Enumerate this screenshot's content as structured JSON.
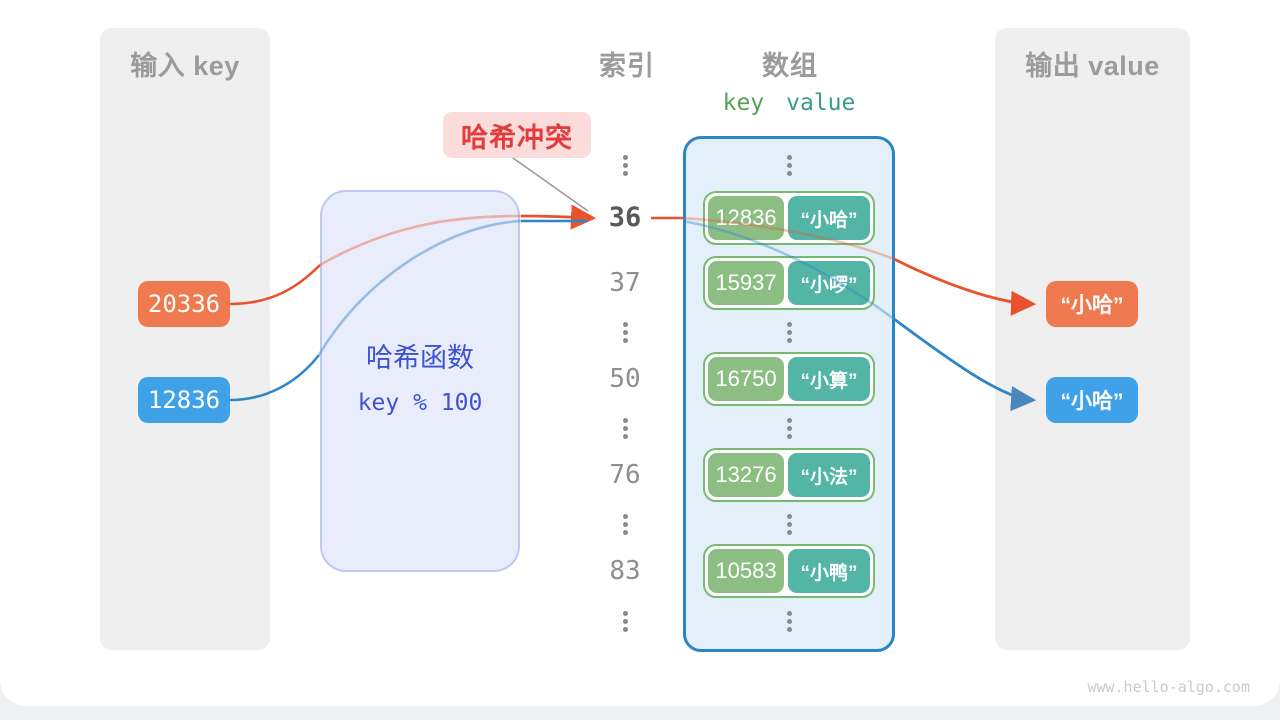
{
  "watermark": "www.hello-algo.com",
  "input_panel": {
    "title": "输入 key",
    "items": [
      {
        "value": "20336"
      },
      {
        "value": "12836"
      }
    ]
  },
  "hash_function": {
    "name": "哈希函数",
    "formula": "key % 100"
  },
  "collision_badge": {
    "label": "哈希冲突"
  },
  "index_column": {
    "title": "索引",
    "values": [
      "36",
      "37",
      "50",
      "76",
      "83"
    ]
  },
  "array_panel": {
    "title": "数组",
    "key_header": "key",
    "value_header": "value",
    "rows": [
      {
        "key": "12836",
        "value": "“小哈”"
      },
      {
        "key": "15937",
        "value": "“小啰”"
      },
      {
        "key": "16750",
        "value": "“小算”"
      },
      {
        "key": "13276",
        "value": "“小法”"
      },
      {
        "key": "10583",
        "value": "“小鸭”"
      }
    ]
  },
  "output_panel": {
    "title": "输出 value",
    "items": [
      {
        "value": "“小哈”"
      },
      {
        "value": "“小哈”"
      }
    ]
  },
  "colors": {
    "orange": "#ef7a50",
    "orange_line": "#e8522c",
    "blue": "#3fa2e8",
    "blue_line": "#2e86c8",
    "key_green": "#8cbe84",
    "value_teal": "#53b5a5",
    "collision_red": "#e23c3c"
  }
}
